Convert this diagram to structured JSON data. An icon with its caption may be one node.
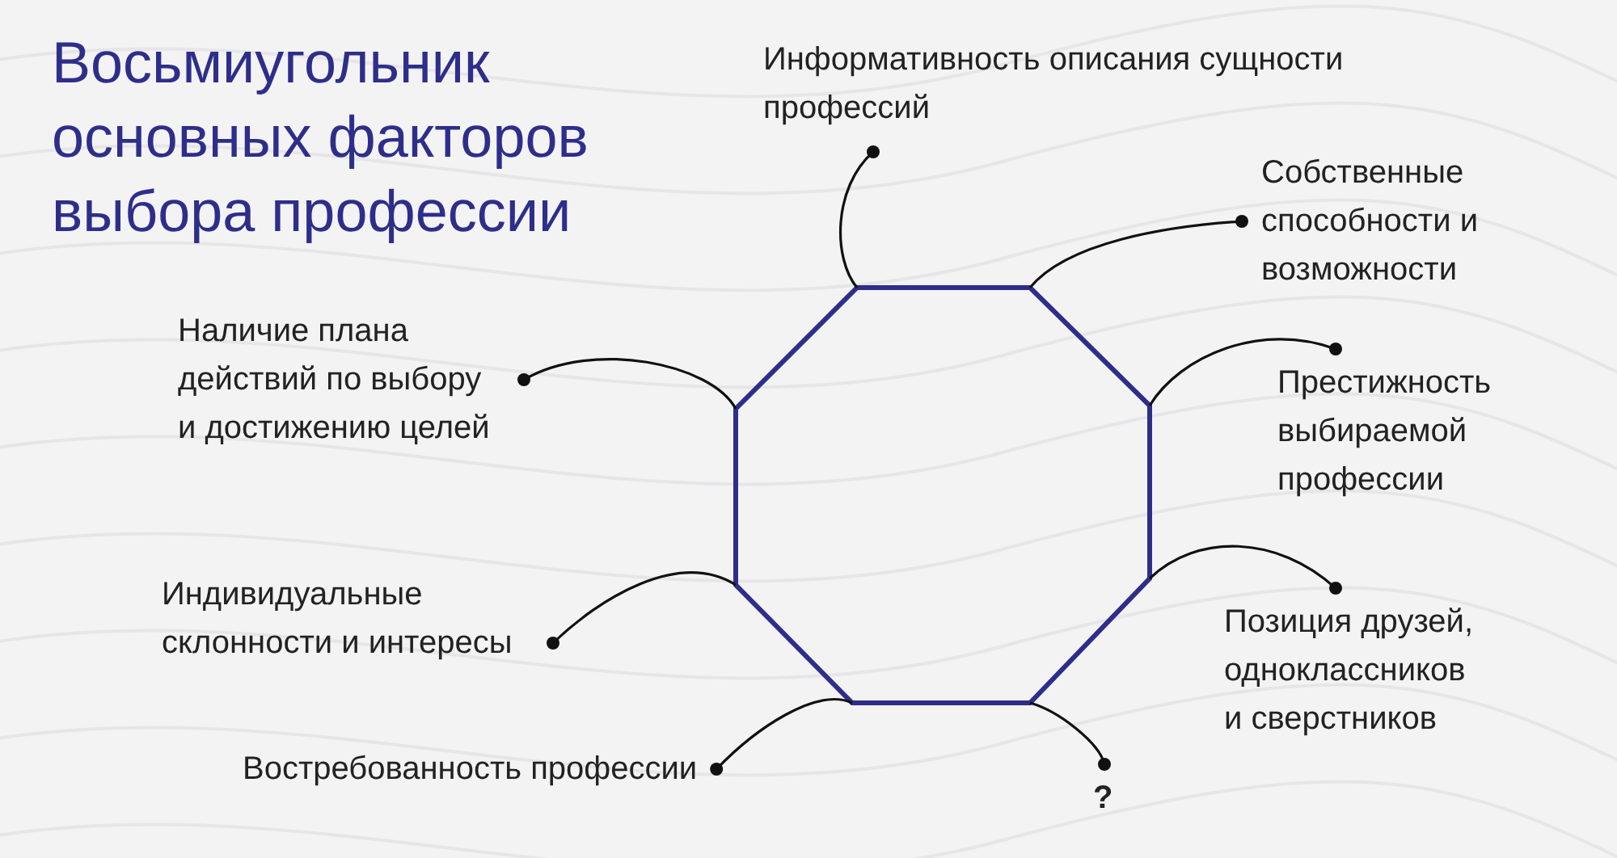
{
  "diagram": {
    "title": "Восьмиугольник основных факторов выбора профессии",
    "nodes": [
      {
        "text": [
          "Информативность описания сущности профессий"
        ]
      },
      {
        "text": [
          "Собственные способности и возможности"
        ]
      },
      {
        "text": [
          "Наличие плана действий по выбору и достижению целей"
        ]
      },
      {
        "text": [
          "Престижность выбираемой профессии"
        ]
      },
      {
        "text": [
          "Индивидуальные склонности и интересы"
        ]
      },
      {
        "text": [
          "Позиция друзей, одноклассников и сверстников"
        ]
      },
      {
        "text": [
          "Востребованность профессии"
        ]
      },
      {
        "text": [
          "?"
        ]
      },
      {
        "text": [],
        "shape": "octagon"
      }
    ],
    "edges": [
      {
        "from": 0,
        "to": 8,
        "arrow": "other"
      },
      {
        "from": 1,
        "to": 8,
        "arrow": "other"
      },
      {
        "from": 2,
        "to": 8,
        "arrow": "other"
      },
      {
        "from": 3,
        "to": 8,
        "arrow": "other"
      },
      {
        "from": 4,
        "to": 8,
        "arrow": "other"
      },
      {
        "from": 5,
        "to": 8,
        "arrow": "other"
      },
      {
        "from": 6,
        "to": 8,
        "arrow": "other"
      },
      {
        "from": 7,
        "to": 8,
        "arrow": "other"
      }
    ]
  }
}
